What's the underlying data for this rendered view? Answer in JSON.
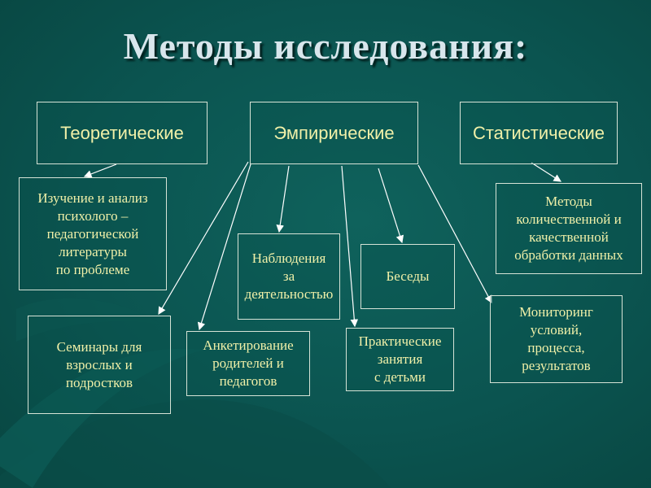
{
  "slide": {
    "title": "Методы исследования:"
  },
  "categories": {
    "theoretical": "Теоретические",
    "empirical": "Эмпирические",
    "statistical": "Статистические"
  },
  "methods": {
    "literature_study": "Изучение и анализ\nпсихолого –\nпедагогической\nлитературы\nпо проблеме",
    "quant_qual_processing": "Методы\nколичественной и\nкачественной\nобработки данных",
    "observation": "Наблюдения\nза\nдеятельностью",
    "conversations": "Беседы",
    "monitoring": "Мониторинг\nусловий,\nпроцесса,\nрезультатов",
    "seminars": "Семинары для\nвзрослых и\nподростков",
    "questionnaire": "Анкетирование\nродителей и\nпедагогов",
    "practical_classes": "Практические\nзанятия\nс детьми"
  },
  "colors": {
    "background": "#0b5450",
    "title_text": "#d8e6ec",
    "box_text": "#f0f0a8",
    "box_border": "#d6e3d6"
  }
}
